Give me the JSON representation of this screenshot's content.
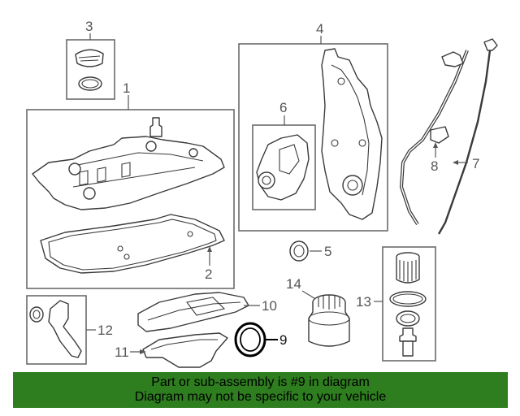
{
  "callouts": {
    "c1": "1",
    "c2": "2",
    "c3": "3",
    "c4": "4",
    "c5": "5",
    "c6": "6",
    "c7": "7",
    "c8": "8",
    "c9": "9",
    "c10": "10",
    "c11": "11",
    "c12": "12",
    "c13": "13",
    "c14": "14"
  },
  "banner": {
    "line1": "Part or sub-assembly is #9 in diagram",
    "line2": "Diagram may not be specific to your vehicle"
  },
  "colors": {
    "banner": "#2e7d1f",
    "line": "#3a3a3a",
    "highlight": "#000000"
  }
}
